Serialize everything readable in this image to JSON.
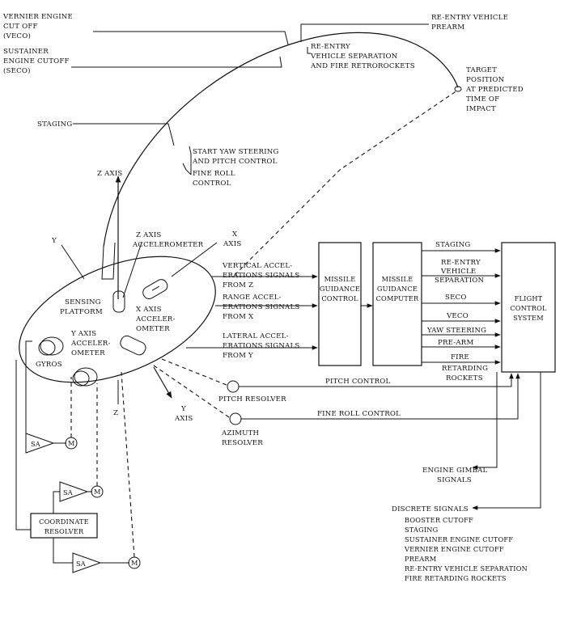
{
  "trajectory": {
    "veco": [
      "VERNIER ENGINE",
      "CUT OFF",
      "(VECO)"
    ],
    "seco": [
      "SUSTAINER",
      "ENGINE CUTOFF",
      "(SECO)"
    ],
    "staging": "STAGING",
    "yaw": [
      "START YAW STEERING",
      "AND PITCH CONTROL"
    ],
    "fine_roll": [
      "FINE ROLL",
      "CONTROL"
    ],
    "prearm": [
      "RE-ENTRY VEHICLE",
      "PREARM"
    ],
    "separation": [
      "RE-ENTRY",
      "VEHICLE SEPARATION",
      "AND FIRE RETROROCKETS"
    ],
    "target": [
      "TARGET",
      "POSITION",
      "AT PREDICTED",
      "TIME OF",
      "IMPACT"
    ]
  },
  "platform": {
    "z_axis": "Z AXIS",
    "x_axis": [
      "X",
      "AXIS"
    ],
    "y_label": "Y",
    "z_label": "Z",
    "y_axis": [
      "Y",
      "AXIS"
    ],
    "z_accel": [
      "Z AXIS",
      "ACCELEROMETER"
    ],
    "sensing": [
      "SENSING",
      "PLATFORM"
    ],
    "x_accel": [
      "X AXIS",
      "ACCELER-",
      "OMETER"
    ],
    "y_accel": [
      "Y AXIS",
      "ACCELER-",
      "OMETER"
    ],
    "gyros": "GYROS",
    "pitch_resolver": "PITCH RESOLVER",
    "azimuth_resolver": [
      "AZIMUTH",
      "RESOLVER"
    ]
  },
  "signals": {
    "vertical": [
      "VERTICAL ACCEL-",
      "ERATIONS SIGNALS",
      "FROM Z"
    ],
    "range": [
      "RANGE ACCEL-",
      "ERATIONS SIGNALS",
      "FROM X"
    ],
    "lateral": [
      "LATERAL ACCEL-",
      "ERATIONS SIGNALS",
      "FROM Y"
    ]
  },
  "boxes": {
    "control": [
      "MISSILE",
      "GUIDANCE",
      "CONTROL"
    ],
    "computer": [
      "MISSILE",
      "GUIDANCE",
      "COMPUTER"
    ],
    "flight": [
      "FLIGHT",
      "CONTROL",
      "SYSTEM"
    ]
  },
  "computer_outputs": {
    "staging": "STAGING",
    "rev_sep": [
      "RE-ENTRY",
      "VEHICLE",
      "SEPARATION"
    ],
    "seco": "SECO",
    "veco": "VECO",
    "yaw": "YAW STEERING",
    "prearm": "PRE-ARM",
    "fire": [
      "FIRE",
      "RETARDING",
      "ROCKETS"
    ]
  },
  "control_lines": {
    "pitch": "PITCH CONTROL",
    "fine_roll": "FINE ROLL CONTROL"
  },
  "servo": {
    "sa": "SA",
    "m": "M",
    "coord": [
      "COORDINATE",
      "RESOLVER"
    ]
  },
  "outputs": {
    "gimbal": [
      "ENGINE GIMBAL",
      "SIGNALS"
    ],
    "discrete_title": "DISCRETE SIGNALS",
    "discrete": [
      "BOOSTER CUTOFF",
      "STAGING",
      "SUSTAINER ENGINE CUTOFF",
      "VERNIER ENGINE CUTOFF",
      "PREARM",
      "RE-ENTRY VEHICLE SEPARATION",
      "FIRE RETARDING ROCKETS"
    ]
  }
}
